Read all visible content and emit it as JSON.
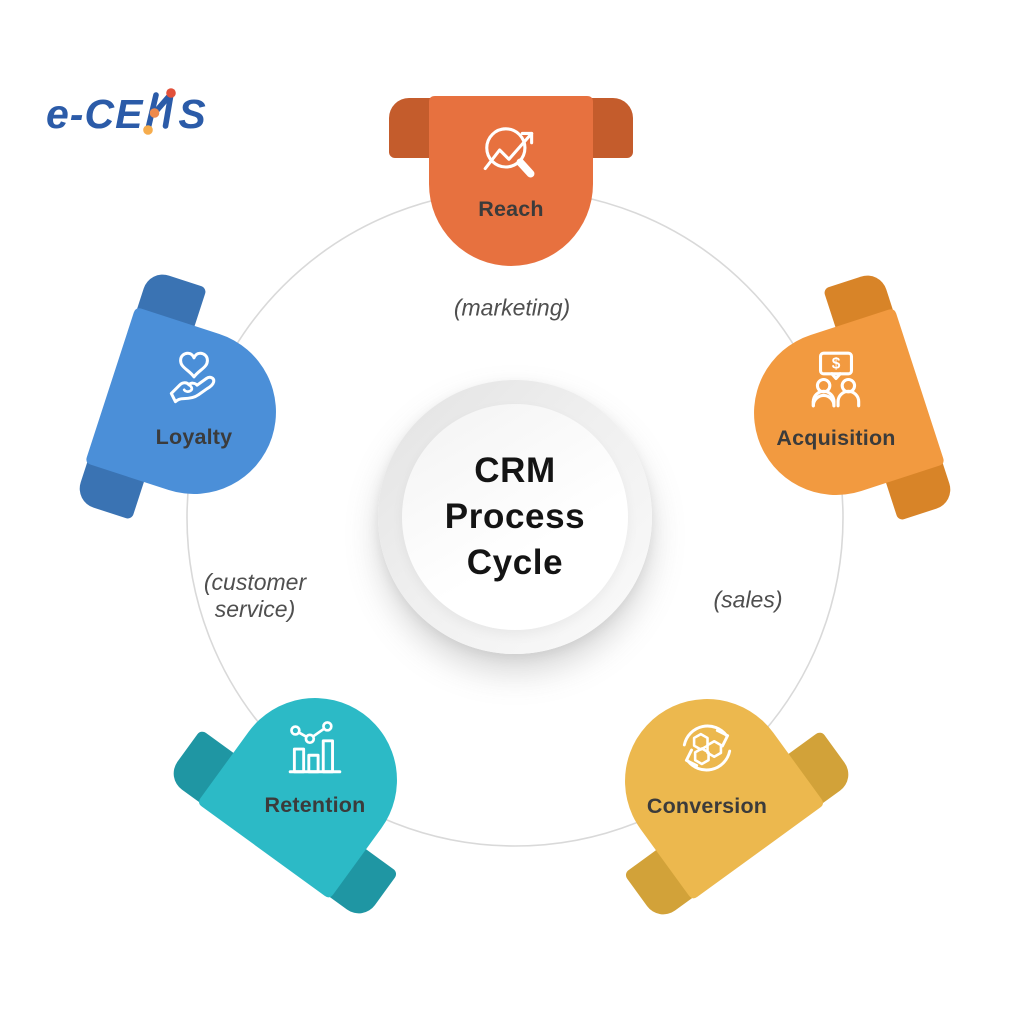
{
  "logo": {
    "text": "e-CENS",
    "part_before": "e-CE",
    "part_after": "S",
    "brand_color": "#2b5ba8",
    "mark": "n-zigzag-dots-icon",
    "dot_top_color": "#e2503a",
    "dot_mid_color": "#ee8a4c",
    "dot_bottom_color": "#f6ac4c"
  },
  "center": {
    "title_lines": [
      "CRM",
      "Process",
      "Cycle"
    ]
  },
  "ring_color": "#d9d9d9",
  "nodes": [
    {
      "id": "reach",
      "label": "Reach",
      "icon": "magnifier-trend-icon",
      "color": "#e7713f",
      "color_dark": "#c45c2c"
    },
    {
      "id": "acquisition",
      "label": "Acquisition",
      "icon": "people-dollar-chat-icon",
      "color": "#f29a40",
      "color_dark": "#d88428"
    },
    {
      "id": "conversion",
      "label": "Conversion",
      "icon": "cycle-hexagons-icon",
      "color": "#ecb84e",
      "color_dark": "#d2a239"
    },
    {
      "id": "retention",
      "label": "Retention",
      "icon": "bar-chart-trend-icon",
      "color": "#2cbac6",
      "color_dark": "#1f96a3"
    },
    {
      "id": "loyalty",
      "label": "Loyalty",
      "icon": "heart-in-hand-icon",
      "color": "#4b8fd8",
      "color_dark": "#3a73b3"
    }
  ],
  "phase_labels": [
    {
      "line1": "(marketing)",
      "line2": ""
    },
    {
      "line1": "(sales)",
      "line2": ""
    },
    {
      "line1": "(customer",
      "line2": "service)"
    }
  ]
}
